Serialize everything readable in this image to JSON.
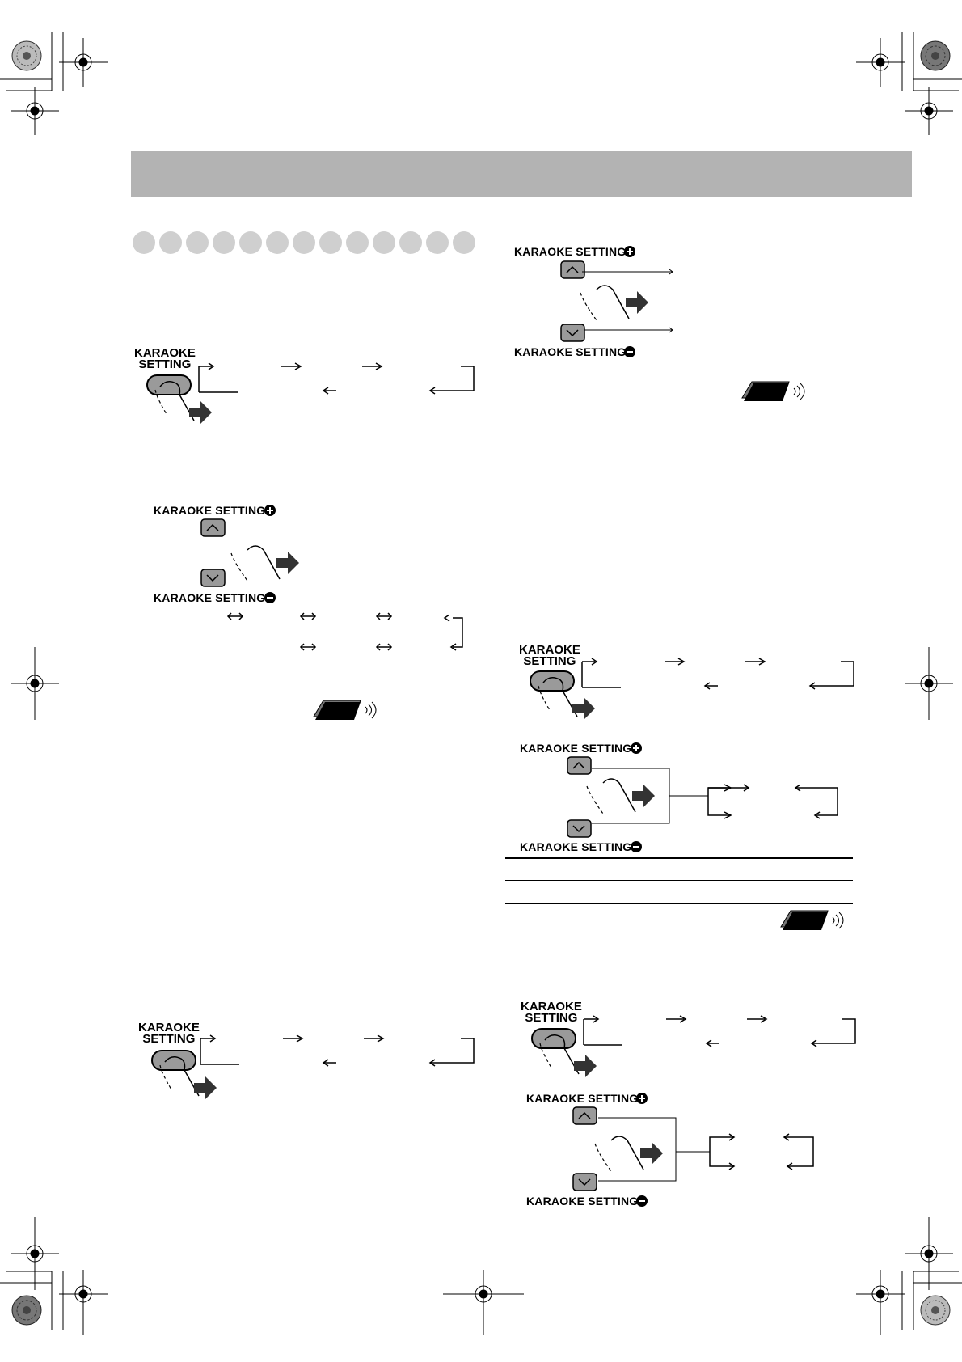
{
  "labels": {
    "karaoke_setting_two_line": "KARAOKE\nSETTING",
    "karaoke_setting_plus": "KARAOKE SETTING",
    "karaoke_setting_minus": "KARAOKE SETTING"
  },
  "dot_count": 13,
  "colors": {
    "header_bar": "#b3b3b3",
    "dot": "#cfcfcf",
    "button_fill": "#9a9a9a"
  },
  "icons": [
    "registration-mark-icon",
    "color-wheel-icon",
    "karaoke-setting-button-icon",
    "up-button-icon",
    "down-button-icon",
    "pressing-finger-icon",
    "remote-control-icon",
    "plus-circle-icon",
    "minus-circle-icon"
  ]
}
